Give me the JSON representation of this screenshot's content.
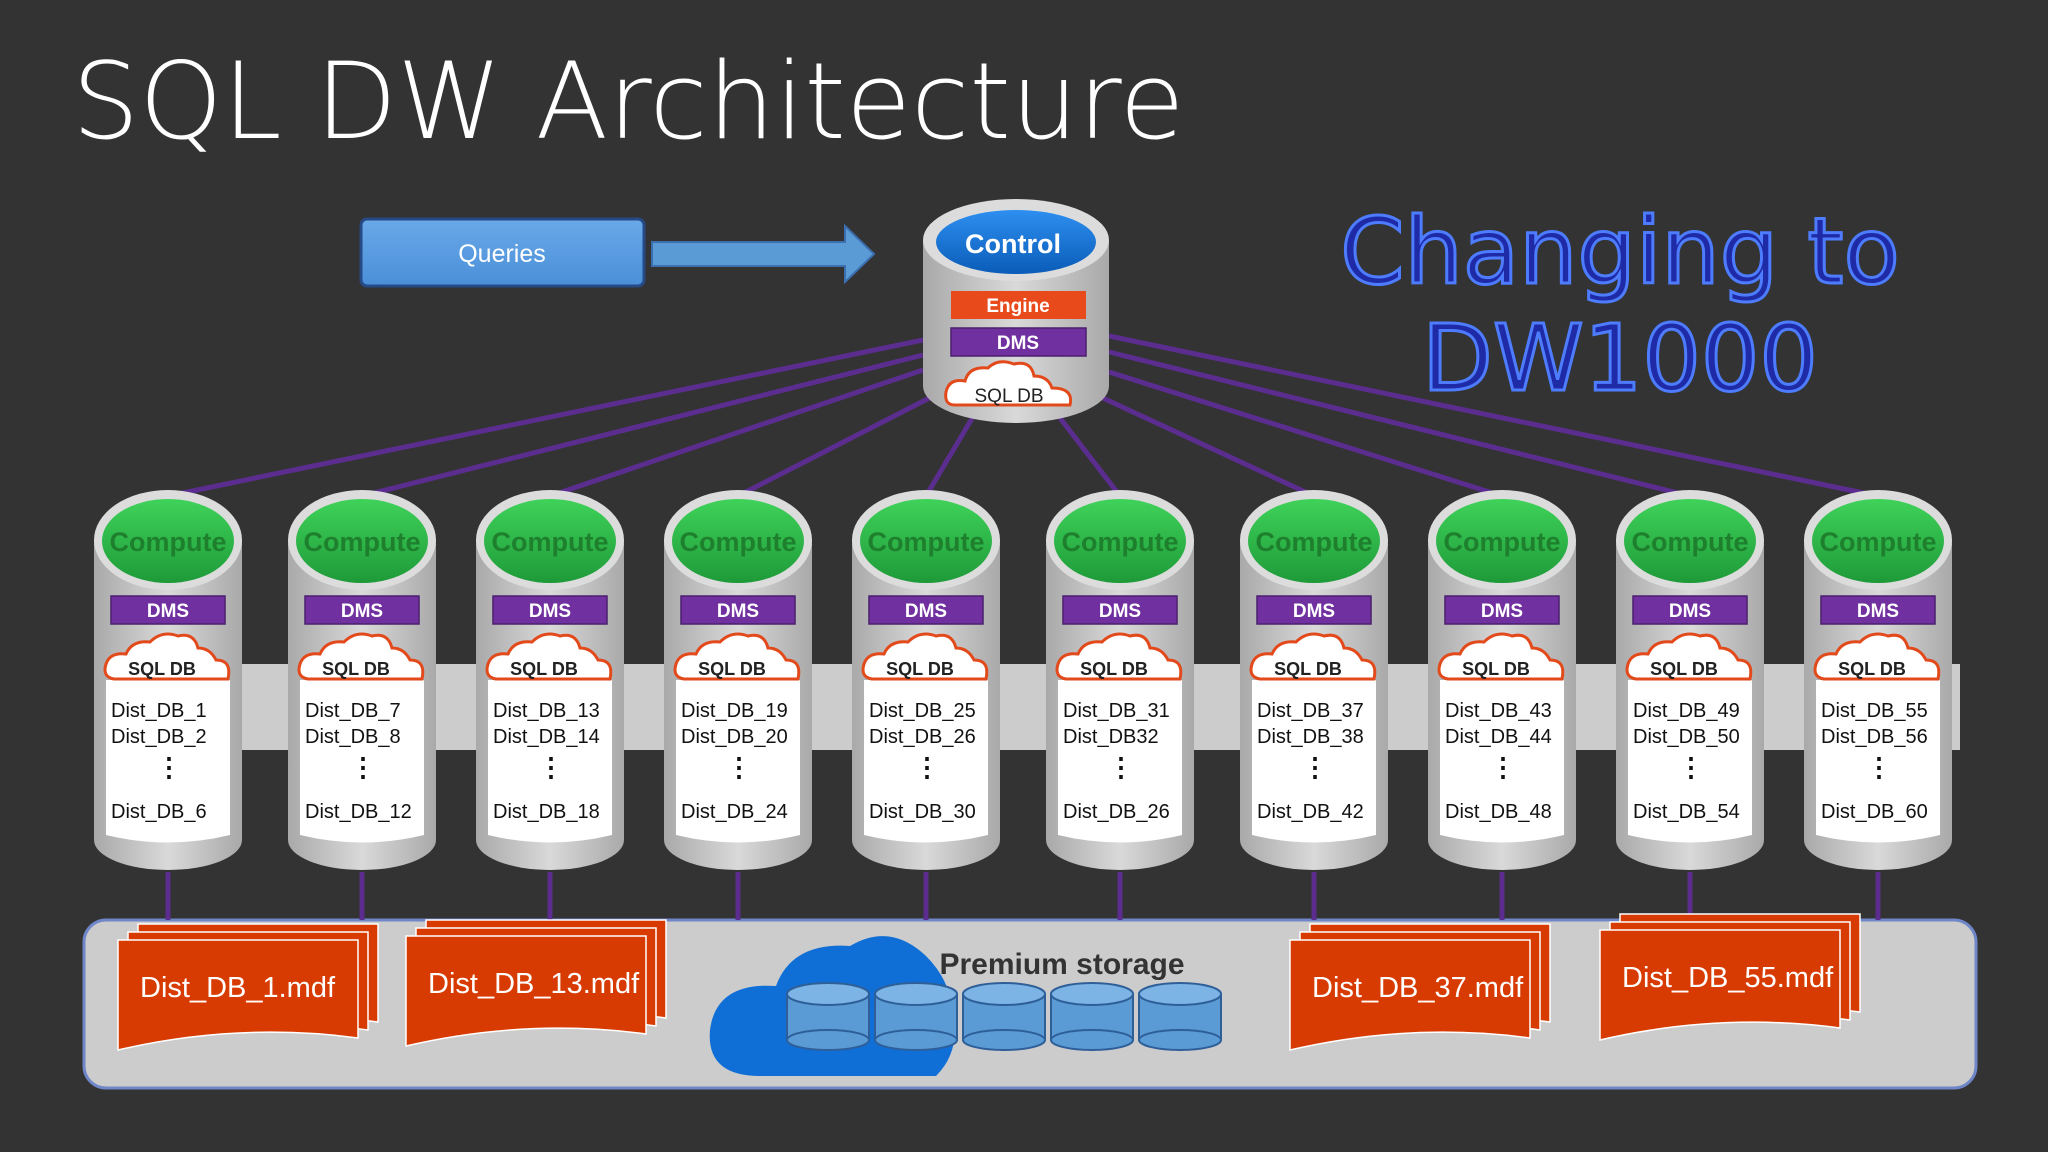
{
  "title": "SQL DW Architecture",
  "overlay": {
    "line1": "Changing to",
    "line2": "DW1000"
  },
  "queries_label": "Queries",
  "control": {
    "label": "Control",
    "engine": "Engine",
    "dms": "DMS",
    "sqldb": "SQL DB"
  },
  "compute_nodes": [
    {
      "label": "Compute",
      "dms": "DMS",
      "sqldb": "SQL DB",
      "db_first": "Dist_DB_1",
      "db_second": "Dist_DB_2",
      "db_last": "Dist_DB_6"
    },
    {
      "label": "Compute",
      "dms": "DMS",
      "sqldb": "SQL DB",
      "db_first": "Dist_DB_7",
      "db_second": "Dist_DB_8",
      "db_last": "Dist_DB_12"
    },
    {
      "label": "Compute",
      "dms": "DMS",
      "sqldb": "SQL DB",
      "db_first": "Dist_DB_13",
      "db_second": "Dist_DB_14",
      "db_last": "Dist_DB_18"
    },
    {
      "label": "Compute",
      "dms": "DMS",
      "sqldb": "SQL DB",
      "db_first": "Dist_DB_19",
      "db_second": "Dist_DB_20",
      "db_last": "Dist_DB_24"
    },
    {
      "label": "Compute",
      "dms": "DMS",
      "sqldb": "SQL DB",
      "db_first": "Dist_DB_25",
      "db_second": "Dist_DB_26",
      "db_last": "Dist_DB_30"
    },
    {
      "label": "Compute",
      "dms": "DMS",
      "sqldb": "SQL DB",
      "db_first": "Dist_DB_31",
      "db_second": "Dist_DB32",
      "db_last": "Dist_DB_26"
    },
    {
      "label": "Compute",
      "dms": "DMS",
      "sqldb": "SQL DB",
      "db_first": "Dist_DB_37",
      "db_second": "Dist_DB_38",
      "db_last": "Dist_DB_42"
    },
    {
      "label": "Compute",
      "dms": "DMS",
      "sqldb": "SQL DB",
      "db_first": "Dist_DB_43",
      "db_second": "Dist_DB_44",
      "db_last": "Dist_DB_48"
    },
    {
      "label": "Compute",
      "dms": "DMS",
      "sqldb": "SQL DB",
      "db_first": "Dist_DB_49",
      "db_second": "Dist_DB_50",
      "db_last": "Dist_DB_54"
    },
    {
      "label": "Compute",
      "dms": "DMS",
      "sqldb": "SQL DB",
      "db_first": "Dist_DB_55",
      "db_second": "Dist_DB_56",
      "db_last": "Dist_DB_60"
    }
  ],
  "vertical_dots": "⋮",
  "storage": {
    "label": "Premium storage",
    "files": [
      "Dist_DB_1.mdf",
      "Dist_DB_13.mdf",
      "Dist_DB_37.mdf",
      "Dist_DB_55.mdf"
    ]
  },
  "colors": {
    "background": "#333333",
    "connector": "#5b2d8e",
    "dms_purple": "#7030a0",
    "engine_orange": "#e84a1b",
    "compute_green": "#2fb84a",
    "control_blue": "#1a73d1",
    "mdf_orange": "#d83b01",
    "storage_bar": "#cccccc",
    "cloud_blue": "#0f6fd6"
  }
}
